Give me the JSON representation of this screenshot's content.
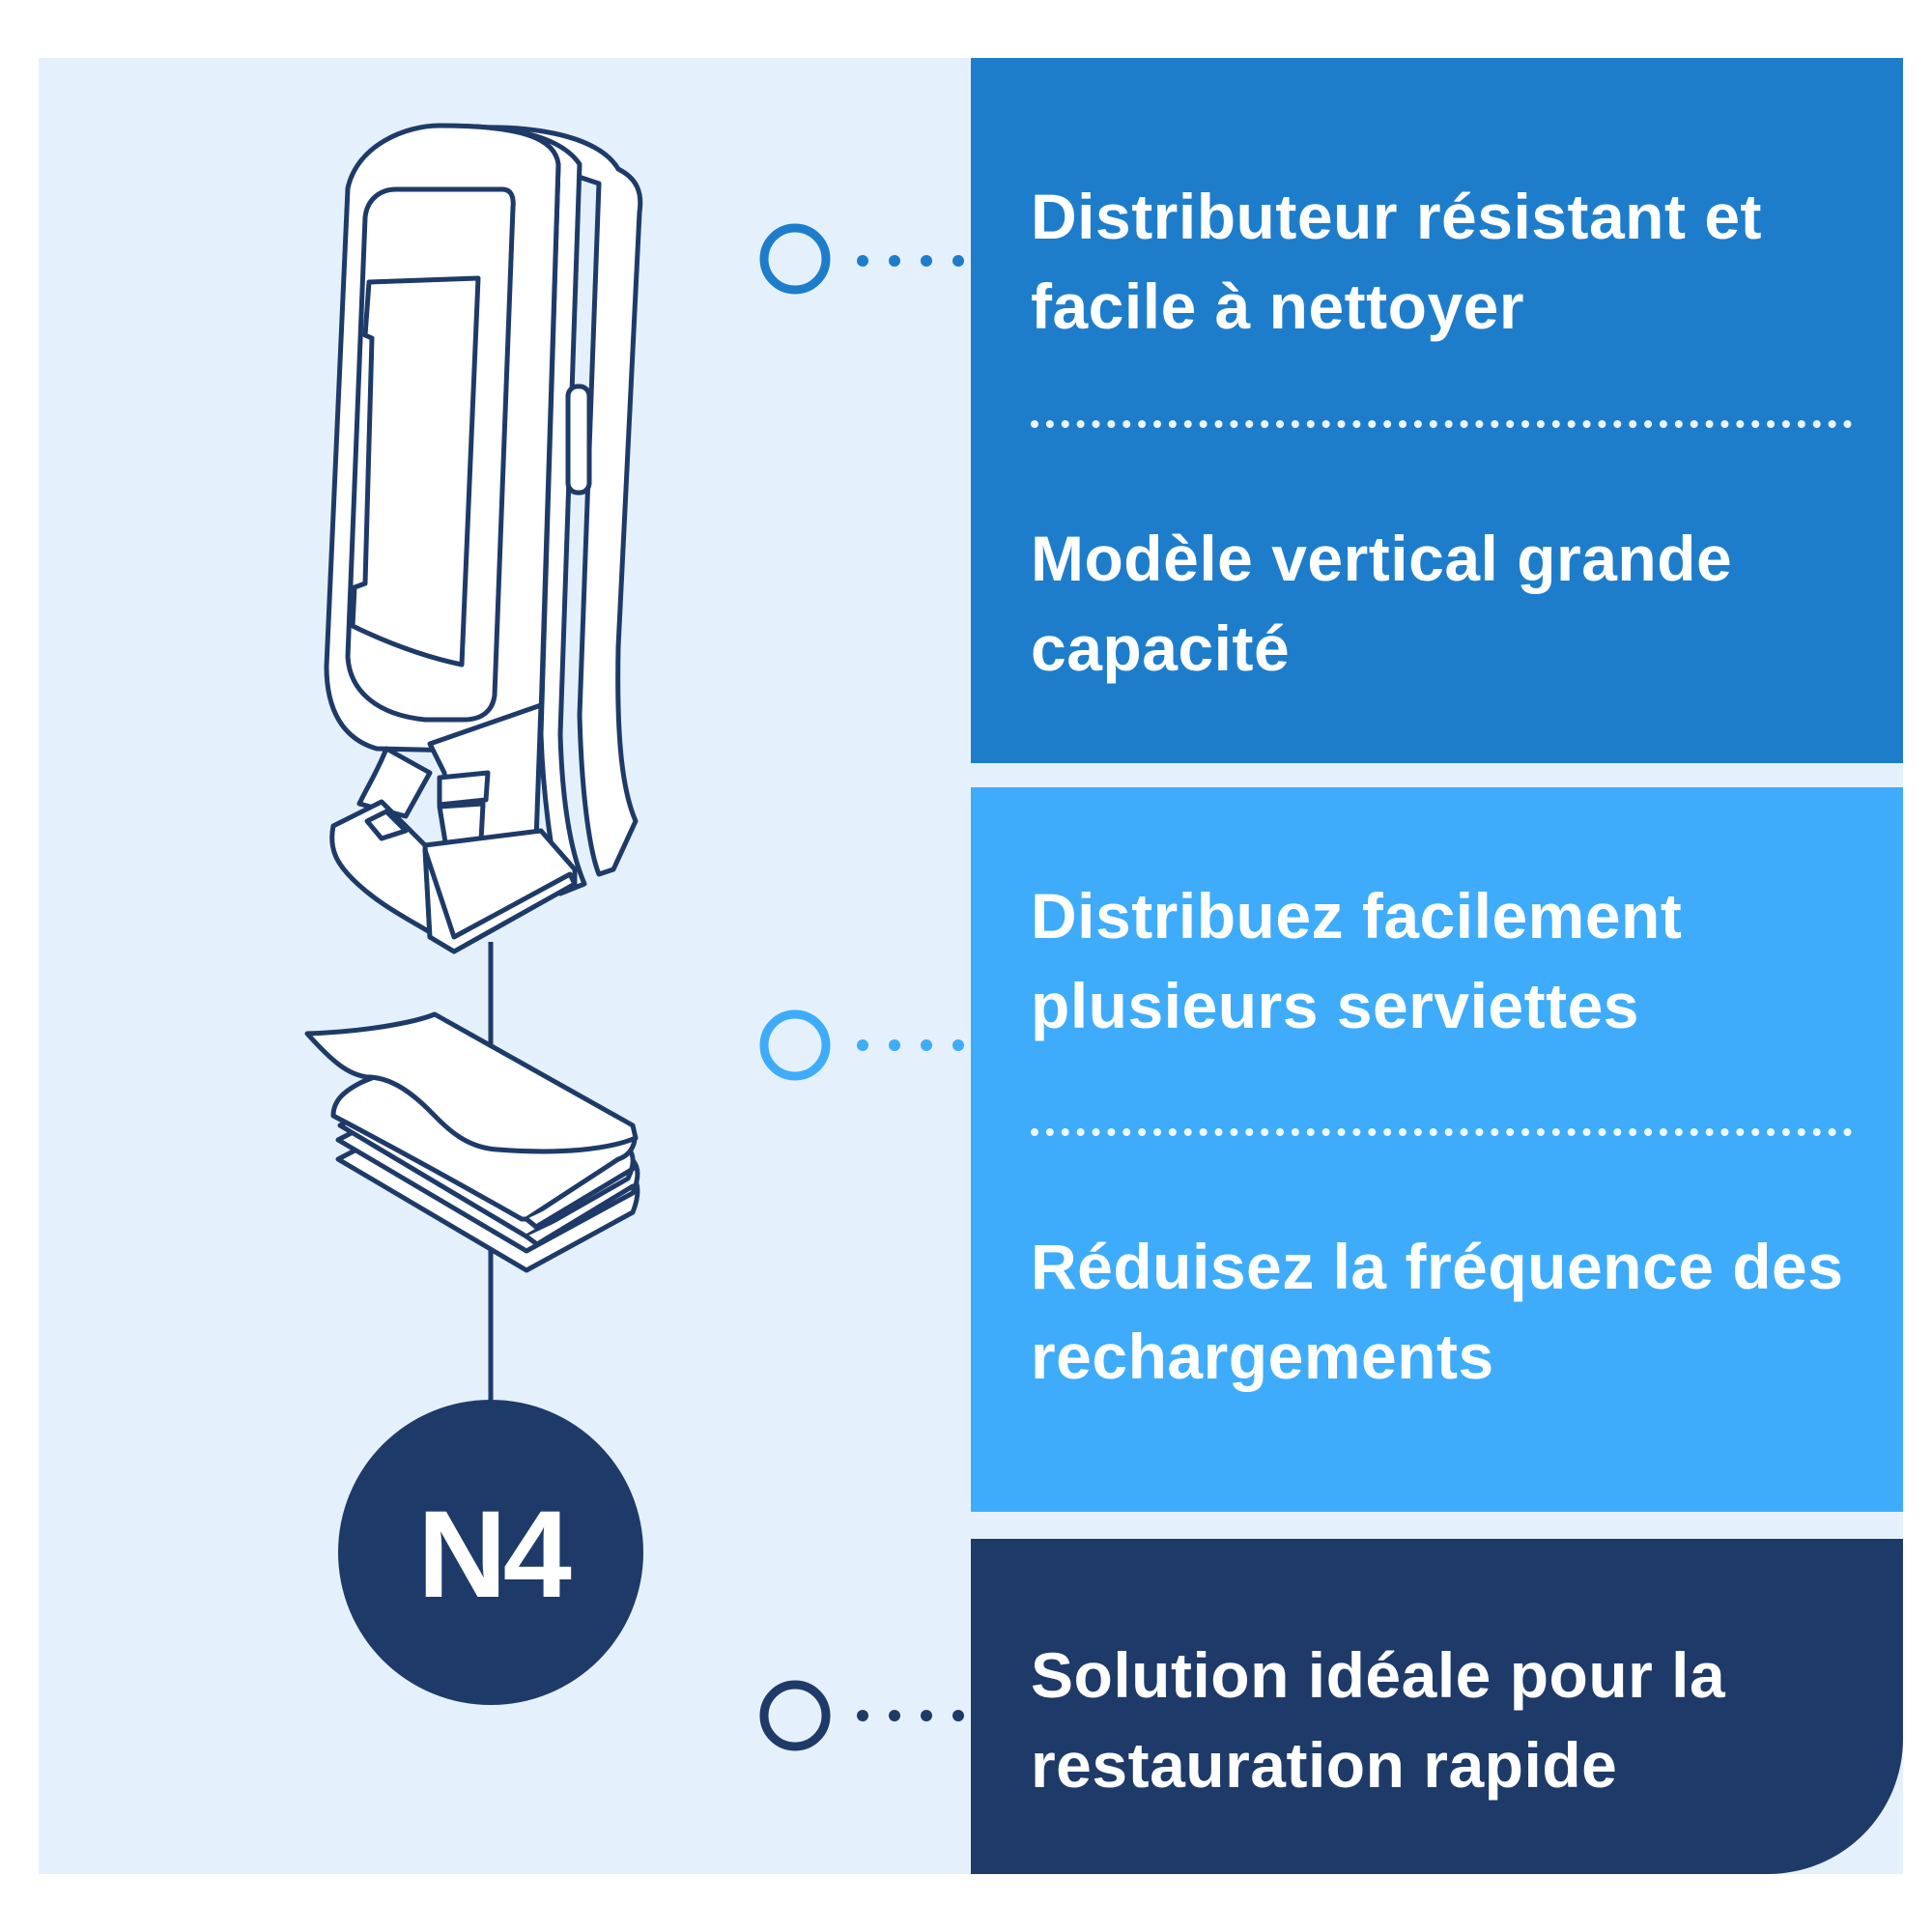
{
  "colors": {
    "background": "#e4f1fc",
    "box_1": "#1e7dcb",
    "box_2": "#3eacfa",
    "box_3": "#1e3a68",
    "outline": "#1e3a68"
  },
  "illustration": {
    "icon": "napkin-dispenser-icon",
    "napkins_icon": "napkin-stack-icon",
    "badge_label": "N4"
  },
  "features": {
    "box_1": {
      "item_1": "Distributeur résistant et facile à nettoyer",
      "item_2": "Modèle vertical grande capacité"
    },
    "box_2": {
      "item_1": "Distribuez facilement plusieurs serviettes",
      "item_2": "Réduisez la fréquence des rechargements"
    },
    "box_3": {
      "item_1": "Solution idéale pour la restauration rapide"
    }
  }
}
